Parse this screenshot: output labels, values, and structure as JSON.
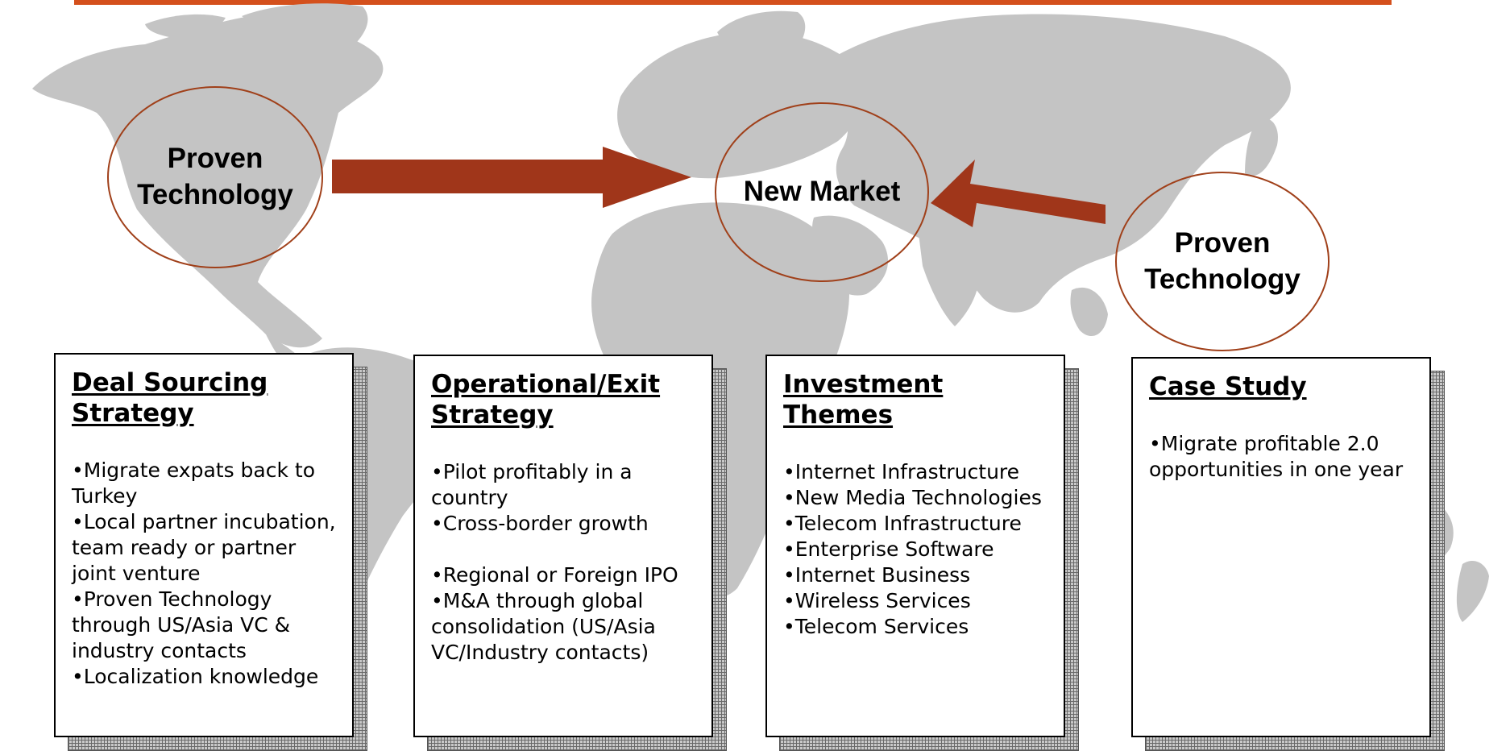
{
  "colors": {
    "accent_rule": "#d4501c",
    "arrow": "#a0361a",
    "circle_outline": "#a0401a",
    "map_land": "#c4c4c4"
  },
  "circles": {
    "left": "Proven\nTechnology",
    "center": "New Market",
    "right": "Proven\nTechnology"
  },
  "boxes": [
    {
      "title": "Deal Sourcing\nStrategy",
      "items": [
        "•Migrate expats back to Turkey",
        "•Local partner incubation, team ready or partner joint venture",
        "•Proven Technology through US/Asia VC & industry contacts",
        "•Localization knowledge"
      ]
    },
    {
      "title": "Operational/Exit\nStrategy",
      "items": [
        "•Pilot profitably in a country",
        "•Cross-border growth",
        "•Regional or Foreign IPO",
        "•M&A through global consolidation (US/Asia VC/Industry contacts)"
      ]
    },
    {
      "title": "Investment\nThemes",
      "items": [
        "•Internet Infrastructure",
        "•New Media Technologies",
        "•Telecom Infrastructure",
        "•Enterprise Software",
        "•Internet Business",
        "•Wireless Services",
        "•Telecom Services"
      ]
    },
    {
      "title": "Case Study",
      "items": [
        "•Migrate profitable 2.0 opportunities in one year"
      ]
    }
  ]
}
